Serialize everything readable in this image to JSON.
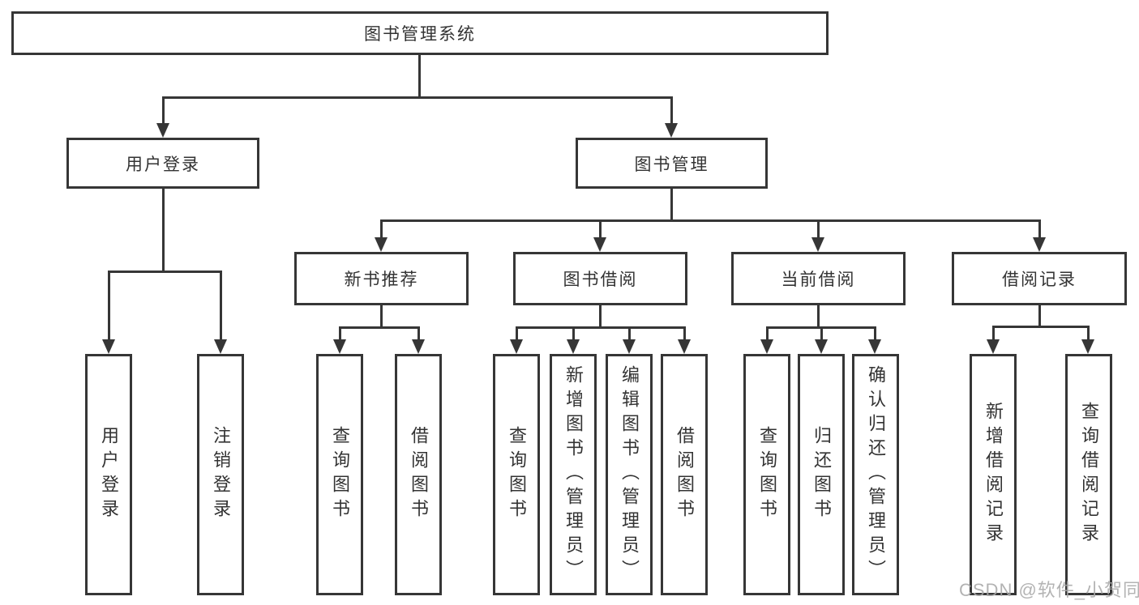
{
  "diagram_title": "图书管理系统",
  "nodes": {
    "root": {
      "label": "图书管理系统"
    },
    "level2": [
      {
        "label": "用户登录"
      },
      {
        "label": "图书管理"
      }
    ],
    "level3": [
      {
        "label": "新书推荐"
      },
      {
        "label": "图书借阅"
      },
      {
        "label": "当前借阅"
      },
      {
        "label": "借阅记录"
      }
    ],
    "leaves": {
      "user_login": [
        {
          "label": "用户登录"
        },
        {
          "label": "注销登录"
        }
      ],
      "new_book": [
        {
          "label": "查询图书"
        },
        {
          "label": "借阅图书"
        }
      ],
      "book_borrow": [
        {
          "label": "查询图书"
        },
        {
          "label": "新增图书（管理员）"
        },
        {
          "label": "编辑图书（管理员）"
        },
        {
          "label": "借阅图书"
        }
      ],
      "current_borrow": [
        {
          "label": "查询图书"
        },
        {
          "label": "归还图书"
        },
        {
          "label": "确认归还（管理员）"
        }
      ],
      "borrow_record": [
        {
          "label": "新增借阅记录"
        },
        {
          "label": "查询借阅记录"
        }
      ]
    }
  },
  "watermark": {
    "text": "CSDN @软件_小贺同学"
  },
  "colors": {
    "line": "#363636",
    "text": "#333333",
    "background": "#ffffff",
    "watermark": "#a8a8a8"
  }
}
